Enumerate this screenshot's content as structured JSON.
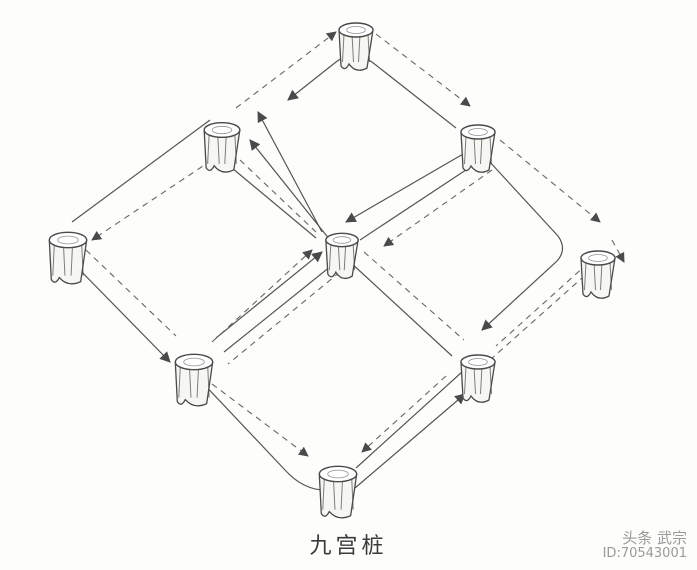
{
  "caption": "九宫桩",
  "watermark": {
    "brand": "头条 武宗",
    "id": "ID:70543001"
  },
  "stumps": [
    {
      "id": "top",
      "label": ""
    },
    {
      "id": "upper-left",
      "label": ""
    },
    {
      "id": "upper-right",
      "label": ""
    },
    {
      "id": "left",
      "label": ""
    },
    {
      "id": "center",
      "label": ""
    },
    {
      "id": "right",
      "label": ""
    },
    {
      "id": "lower-left",
      "label": ""
    },
    {
      "id": "lower-right",
      "label": ""
    },
    {
      "id": "bottom",
      "label": ""
    }
  ],
  "style": {
    "ink": "#4a4a4a",
    "stump_fill": "#f6f6f2"
  }
}
